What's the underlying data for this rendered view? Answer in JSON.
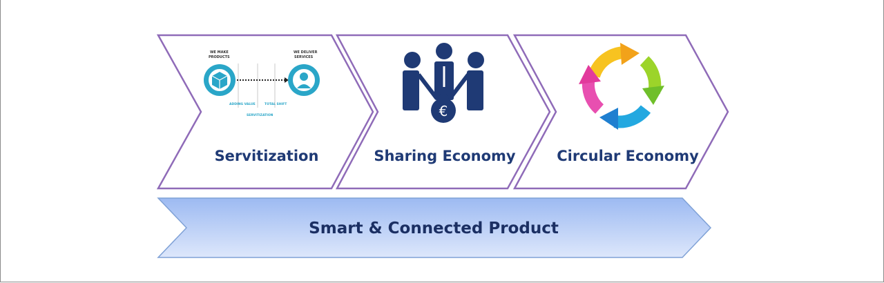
{
  "chevrons": [
    {
      "title": "Servitization",
      "icon": "servitization-diagram"
    },
    {
      "title": "Sharing Economy",
      "icon": "sharing-people-icon"
    },
    {
      "title": "Circular Economy",
      "icon": "circular-arrows-icon"
    }
  ],
  "servitization": {
    "left_label_1": "WE MAKE",
    "left_label_2": "PRODUCTS",
    "right_label_1": "WE DELIVER",
    "right_label_2": "SERVICES",
    "adding_value": "ADDING VALUE",
    "total_shift": "TOTAL SHIFT",
    "servitization": "SERVITIZATION"
  },
  "sharing": {
    "currency_symbol": "€"
  },
  "bottom_bar": {
    "title": "Smart & Connected Product"
  },
  "colors": {
    "chevron_outline": "#8f6bb8",
    "title_text": "#1f3a75",
    "bar_fill_top": "#9dbaf2",
    "bar_fill_bottom": "#dbe6fb",
    "bar_outline": "#7fa1d6",
    "people_navy": "#1f3a75",
    "teal": "#2aa6c8"
  }
}
